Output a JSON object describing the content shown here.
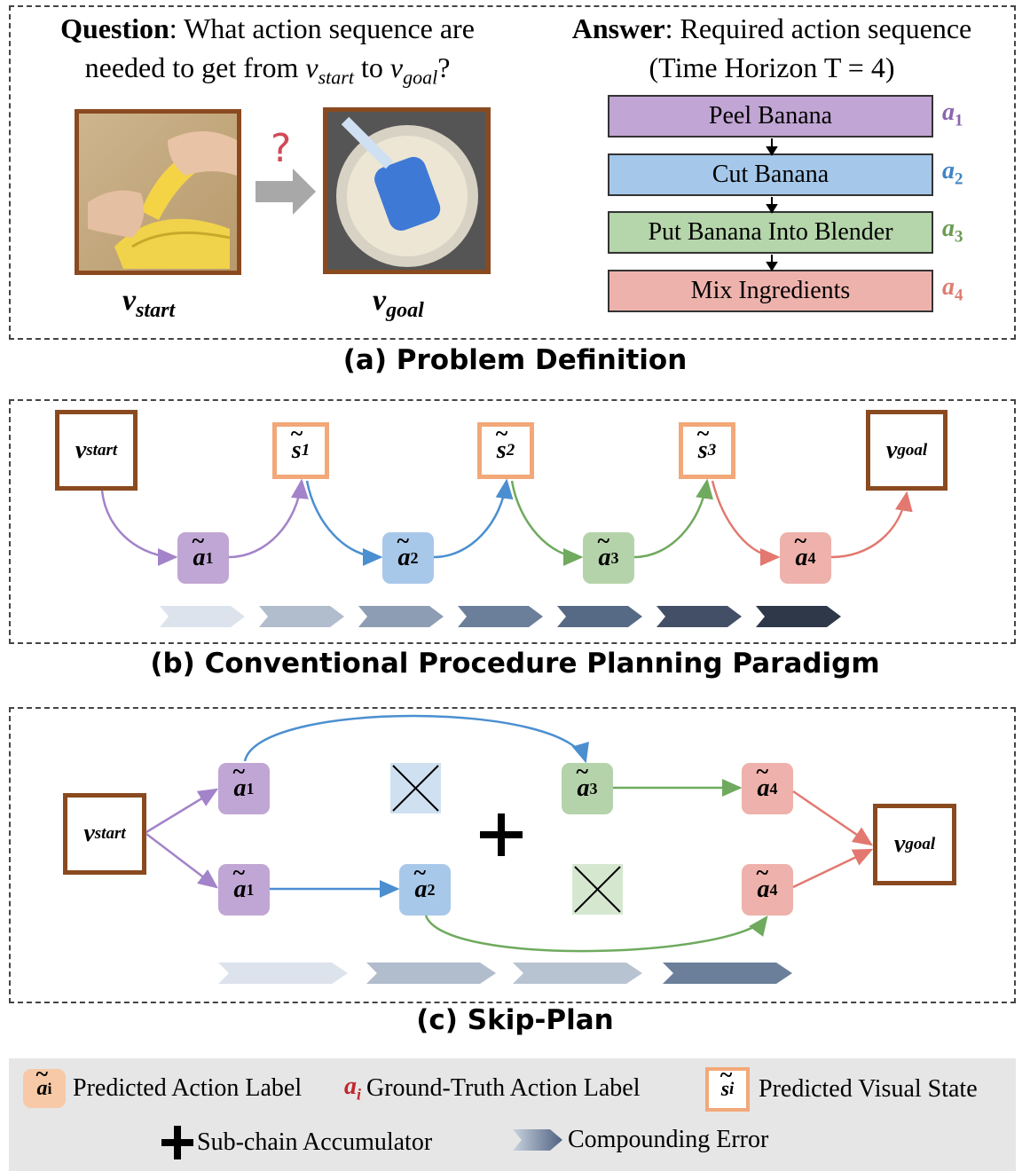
{
  "panel_a": {
    "question_bold": "Question",
    "question_rest": ": What action sequence are",
    "question_line2_pre": "needed to get from ",
    "question_line2_mid": " to ",
    "question_line2_post": "?",
    "answer_bold": "Answer",
    "answer_rest": ": Required action sequence",
    "answer_line2": "(Time Horizon T = 4)",
    "question_mark": "?",
    "v_start_label": "v",
    "v_start_sub": "start",
    "v_goal_label": "v",
    "v_goal_sub": "goal",
    "sequence": [
      {
        "label": "Peel Banana",
        "color": "#c1a5d4",
        "tag": "a",
        "tag_sub": "1",
        "tag_color": "#8a64b0"
      },
      {
        "label": "Cut Banana",
        "color": "#a5c8ea",
        "tag": "a",
        "tag_sub": "2",
        "tag_color": "#3f84c6"
      },
      {
        "label": "Put Banana Into Blender",
        "color": "#b5d5aa",
        "tag": "a",
        "tag_sub": "3",
        "tag_color": "#6b9b55"
      },
      {
        "label": "Mix Ingredients",
        "color": "#eeb2ad",
        "tag": "a",
        "tag_sub": "4",
        "tag_color": "#e07b72"
      }
    ],
    "caption": "(a) Problem Definition"
  },
  "panel_b": {
    "v_start": "v",
    "v_start_sub": "start",
    "v_goal": "v",
    "v_goal_sub": "goal",
    "states": [
      {
        "letter": "s",
        "sub": "1"
      },
      {
        "letter": "s",
        "sub": "2"
      },
      {
        "letter": "s",
        "sub": "3"
      }
    ],
    "actions": [
      {
        "letter": "a",
        "sub": "1",
        "color": "#c0a6d4"
      },
      {
        "letter": "a",
        "sub": "2",
        "color": "#a8c8ea"
      },
      {
        "letter": "a",
        "sub": "3",
        "color": "#b5d3aa"
      },
      {
        "letter": "a",
        "sub": "4",
        "color": "#eeb1ab"
      }
    ],
    "caption": "(b) Conventional Procedure Planning Paradigm"
  },
  "panel_c": {
    "v_start": "v",
    "v_start_sub": "start",
    "v_goal": "v",
    "v_goal_sub": "goal",
    "top_chain": [
      {
        "letter": "a",
        "sub": "1",
        "color": "#c0a6d4"
      },
      {
        "letter": "a",
        "sub": "3",
        "color": "#b5d3aa"
      },
      {
        "letter": "a",
        "sub": "4",
        "color": "#eeb1ab"
      }
    ],
    "bottom_chain": [
      {
        "letter": "a",
        "sub": "1",
        "color": "#c0a6d4"
      },
      {
        "letter": "a",
        "sub": "2",
        "color": "#a8c8ea"
      },
      {
        "letter": "a",
        "sub": "4",
        "color": "#eeb1ab"
      }
    ],
    "caption": "(c) Skip-Plan"
  },
  "legend": {
    "predicted_action_symbol": "a",
    "predicted_action_sub": "i",
    "predicted_action": "Predicted Action Label",
    "ground_truth_symbol": "a",
    "ground_truth_sub": "i",
    "ground_truth": "Ground-Truth Action Label",
    "predicted_state_symbol": "s",
    "predicted_state_sub": "i",
    "predicted_state": "Predicted Visual State",
    "accumulator": "Sub-chain Accumulator",
    "compounding": "Compounding Error"
  },
  "colors": {
    "brown_frame": "#8a4a1f",
    "state_frame": "#f2a878",
    "purple_arrow": "#a383c9",
    "blue_arrow": "#4b8fd0",
    "green_arrow": "#6faa5e",
    "red_arrow": "#e2786f",
    "ground_truth_red": "#c0272d"
  }
}
